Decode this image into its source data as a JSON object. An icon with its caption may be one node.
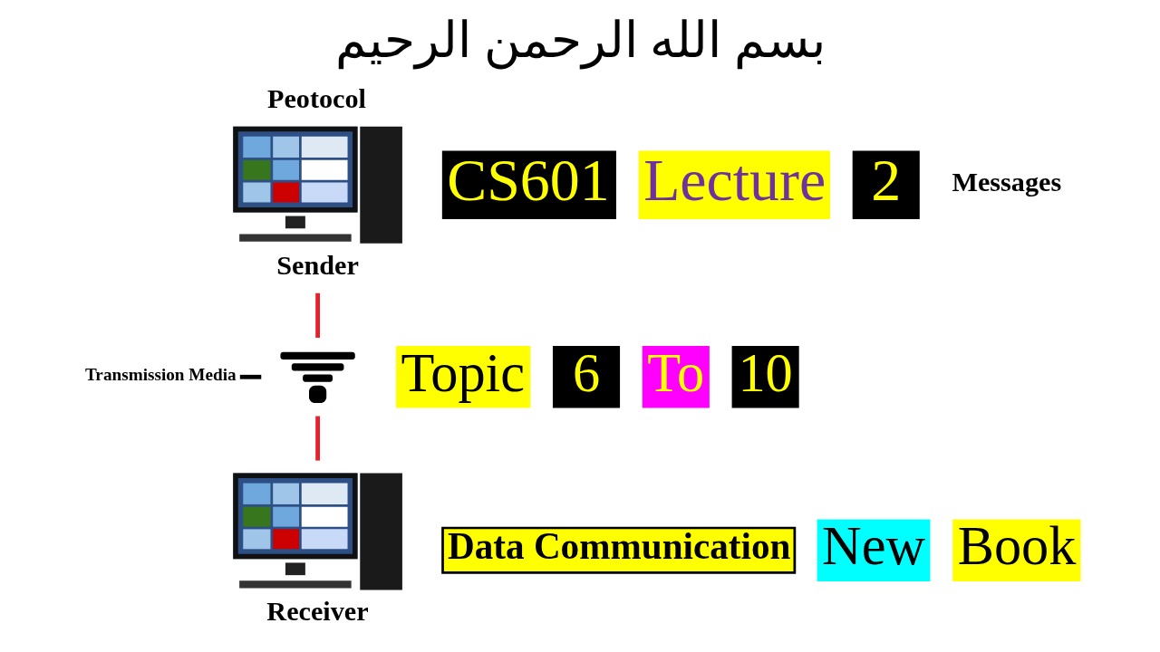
{
  "diagram": {
    "title": "بسم الله الرحمن الرحيم",
    "nodes": [
      {
        "text": [],
        "shape": "picture",
        "beside": [
          "Peotocol",
          "Sender"
        ]
      },
      {
        "text": [],
        "shape": "picture"
      },
      {
        "text": [],
        "shape": "picture",
        "beside": [
          "Receiver"
        ]
      },
      {
        "text": [
          "Transmission Media"
        ]
      },
      {
        "text": [
          "Data Communication"
        ]
      },
      {
        "text": [
          "CS601"
        ]
      },
      {
        "text": [
          "Lecture"
        ]
      },
      {
        "text": [
          "2"
        ]
      },
      {
        "text": [
          "Topic"
        ]
      },
      {
        "text": [
          "6"
        ]
      },
      {
        "text": [
          "To"
        ]
      },
      {
        "text": [
          "10"
        ]
      },
      {
        "text": [
          "New"
        ]
      },
      {
        "text": [
          "Book"
        ]
      }
    ],
    "edges": [
      {
        "from": 0,
        "to": 1,
        "arrow": "none",
        "color": "#e8202a"
      },
      {
        "from": 1,
        "to": 2,
        "arrow": "none",
        "color": "#e8202a"
      },
      {
        "from": 3,
        "to": 1,
        "arrow": "none",
        "color": "#000000"
      }
    ],
    "labels": [
      "Messages"
    ]
  }
}
